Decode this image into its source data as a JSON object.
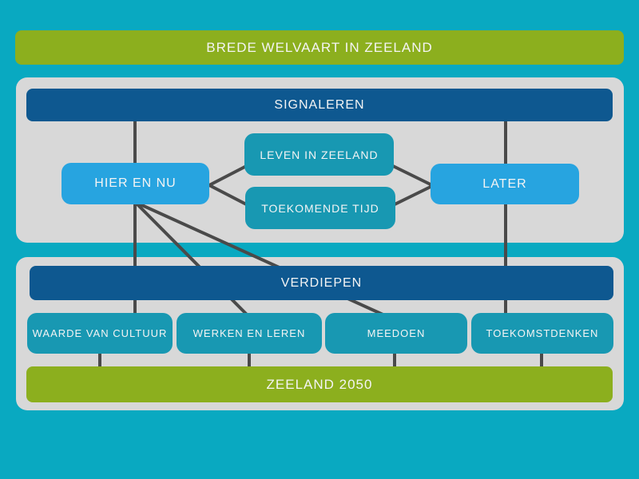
{
  "palette": {
    "background": "#09A9C1",
    "green": "#8CAF1E",
    "dark_blue": "#0E5890",
    "light_blue": "#27A4E0",
    "teal_box": "#1898B2",
    "panel_gray": "#D8D8D8",
    "line": "#4A4A4A",
    "text": "#F4F4F4"
  },
  "title": "BREDE WELVAART IN ZEELAND",
  "signaleren_section": {
    "header": "SIGNALEREN",
    "nodes": {
      "hier_en_nu": "HIER EN NU",
      "leven_in_zeeland": "LEVEN IN ZEELAND",
      "toekomende_tijd": "TOEKOMENDE TIJD",
      "later": "LATER"
    }
  },
  "verdiepen_section": {
    "header": "VERDIEPEN",
    "nodes": {
      "waarde_van_cultuur": "WAARDE VAN CULTUUR",
      "werken_en_leren": "WERKEN EN LEREN",
      "meedoen": "MEEDOEN",
      "toekomstdenken": "TOEKOMSTDENKEN"
    },
    "footer": "ZEELAND 2050"
  },
  "connections": [
    {
      "from": "SIGNALEREN",
      "to": "HIER EN NU"
    },
    {
      "from": "SIGNALEREN",
      "to": "LATER"
    },
    {
      "from": "HIER EN NU",
      "to": "LEVEN IN ZEELAND"
    },
    {
      "from": "HIER EN NU",
      "to": "TOEKOMENDE TIJD"
    },
    {
      "from": "LEVEN IN ZEELAND",
      "to": "LATER"
    },
    {
      "from": "TOEKOMENDE TIJD",
      "to": "LATER"
    },
    {
      "from": "HIER EN NU",
      "to": "WAARDE VAN CULTUUR"
    },
    {
      "from": "HIER EN NU",
      "to": "WERKEN EN LEREN"
    },
    {
      "from": "HIER EN NU",
      "to": "MEEDOEN"
    },
    {
      "from": "LATER",
      "to": "TOEKOMSTDENKEN"
    },
    {
      "from": "WAARDE VAN CULTUUR",
      "to": "ZEELAND 2050"
    },
    {
      "from": "WERKEN EN LEREN",
      "to": "ZEELAND 2050"
    },
    {
      "from": "MEEDOEN",
      "to": "ZEELAND 2050"
    },
    {
      "from": "TOEKOMSTDENKEN",
      "to": "ZEELAND 2050"
    }
  ]
}
